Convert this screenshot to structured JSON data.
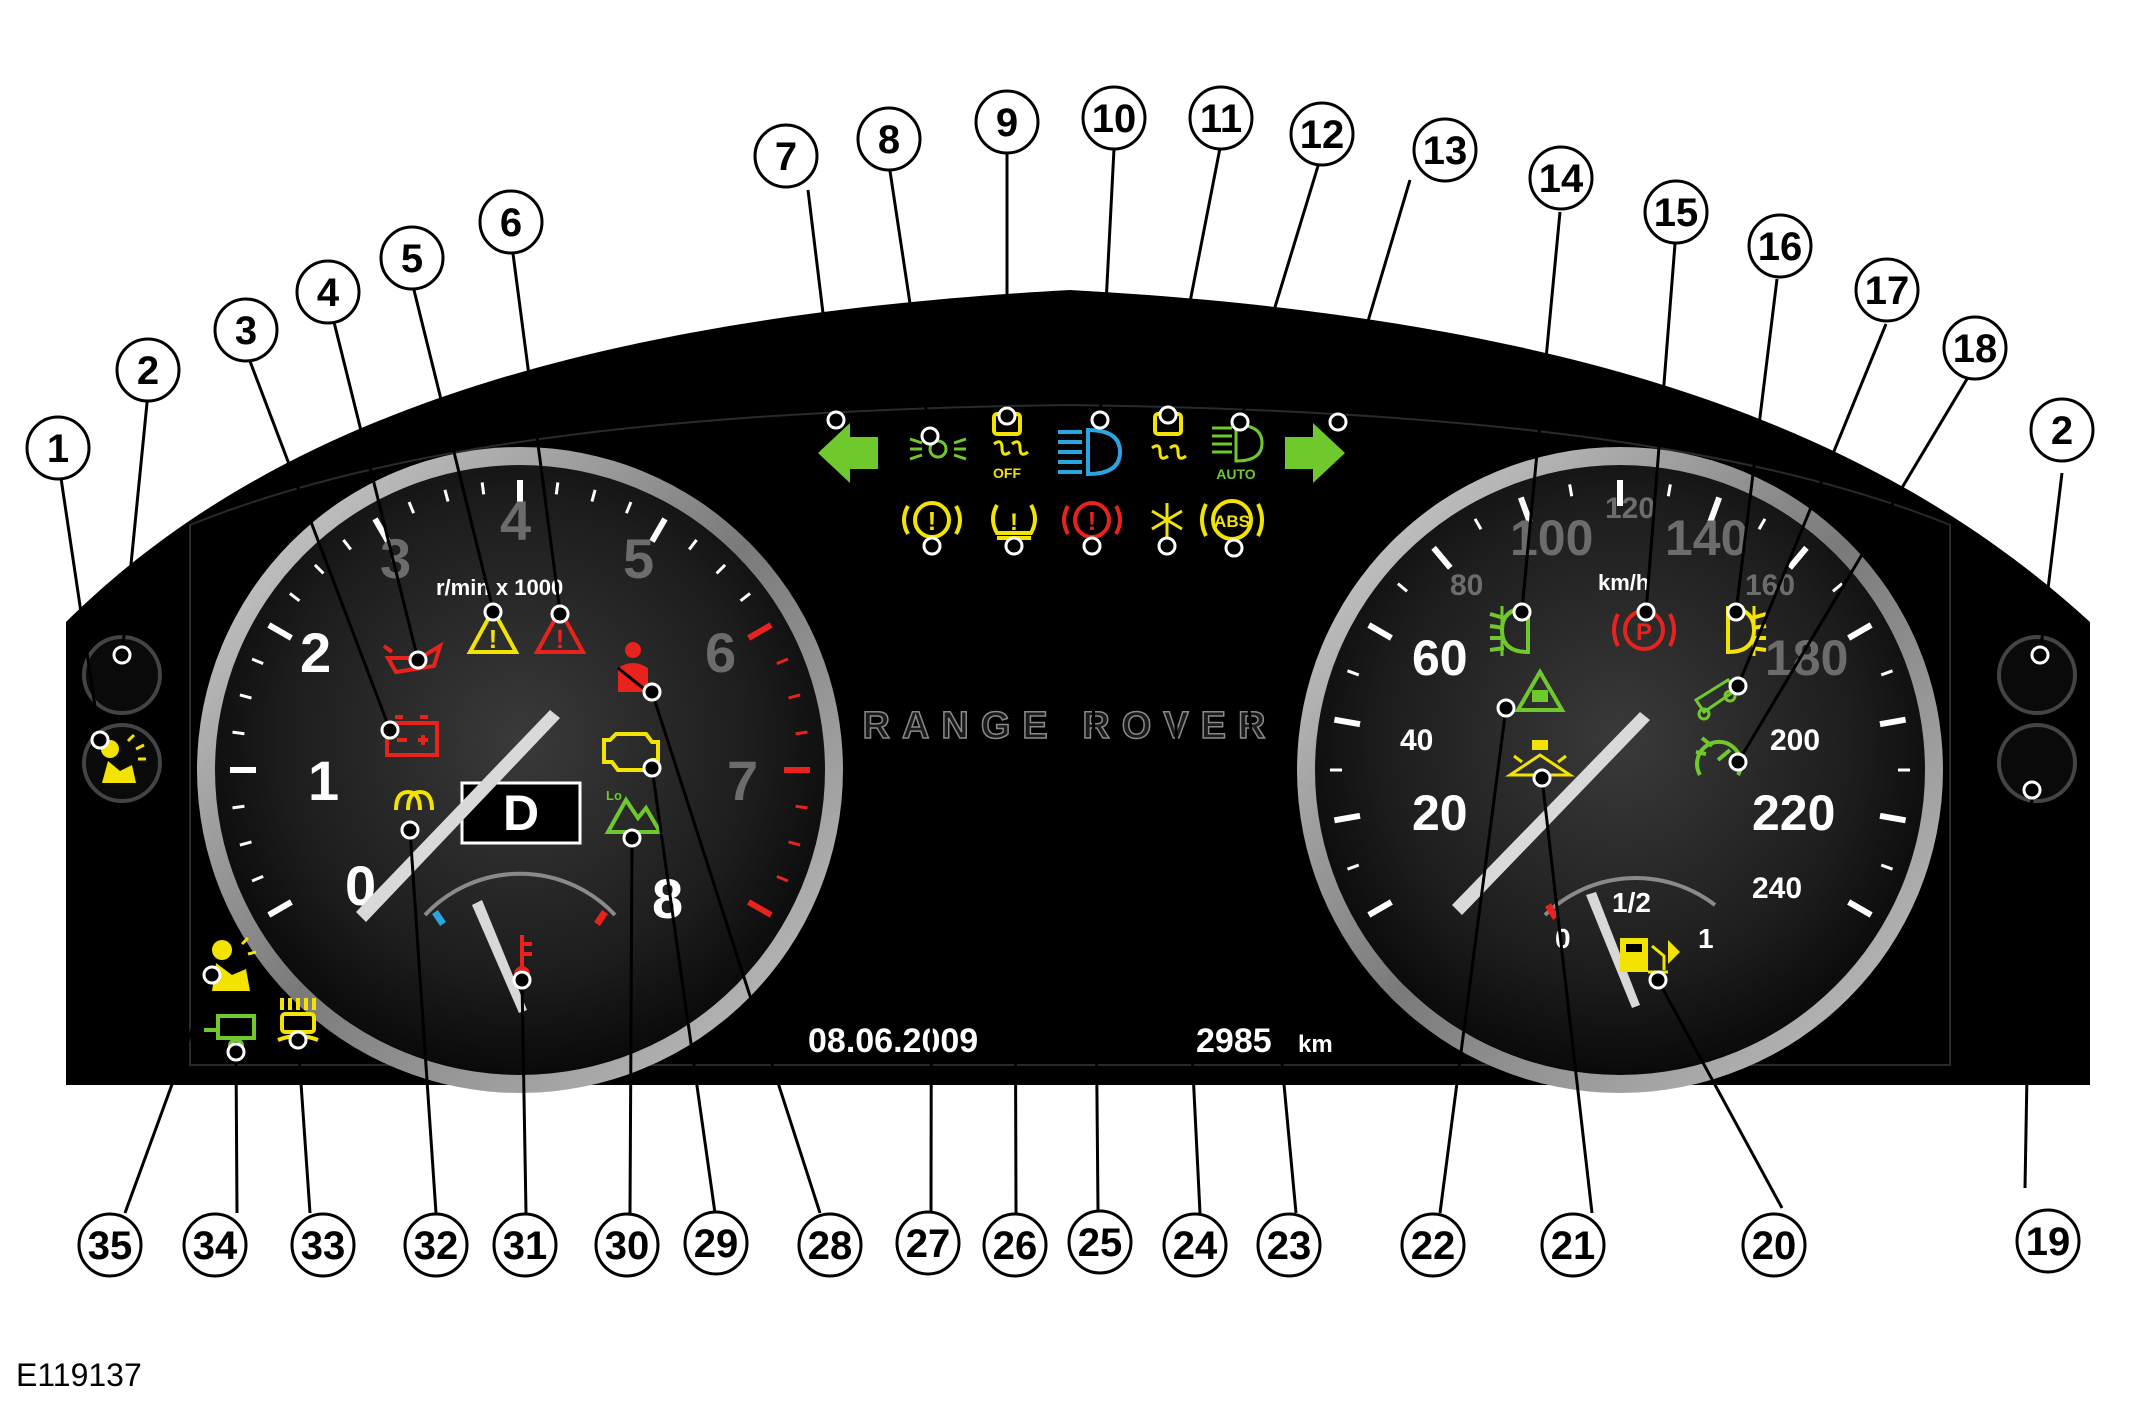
{
  "figure_ref": "E119137",
  "tachometer": {
    "dial_numbers": [
      "0",
      "1",
      "2",
      "3",
      "4",
      "5",
      "6",
      "7",
      "8"
    ],
    "unit_label": "r/min x 1000",
    "gear_display": "D"
  },
  "speedometer": {
    "dial_numbers_major": [
      "20",
      "60",
      "100",
      "140",
      "180",
      "220"
    ],
    "dial_numbers_minor": [
      "40",
      "80",
      "120",
      "160",
      "200",
      "240"
    ],
    "unit_label": "km/h"
  },
  "fuel_gauge": {
    "labels": [
      "0",
      "1/2",
      "1"
    ]
  },
  "brand_text": "RANGE ROVER",
  "display": {
    "date": "08.06.2009",
    "odometer": "2985",
    "odometer_unit": "km"
  },
  "icon_text": {
    "off": "OFF",
    "auto": "AUTO",
    "abs": "ABS",
    "lo": "Lo",
    "park": "P"
  },
  "colors": {
    "green": "#6fc92d",
    "yellow": "#f2e300",
    "red": "#e8231e",
    "blue": "#2aa5e0",
    "panel": "#000000"
  },
  "callouts": [
    "1",
    "2",
    "2",
    "3",
    "4",
    "5",
    "6",
    "7",
    "8",
    "9",
    "10",
    "11",
    "12",
    "13",
    "14",
    "15",
    "16",
    "17",
    "18",
    "19",
    "20",
    "21",
    "22",
    "23",
    "24",
    "25",
    "26",
    "27",
    "28",
    "29",
    "30",
    "31",
    "32",
    "33",
    "34",
    "35"
  ]
}
